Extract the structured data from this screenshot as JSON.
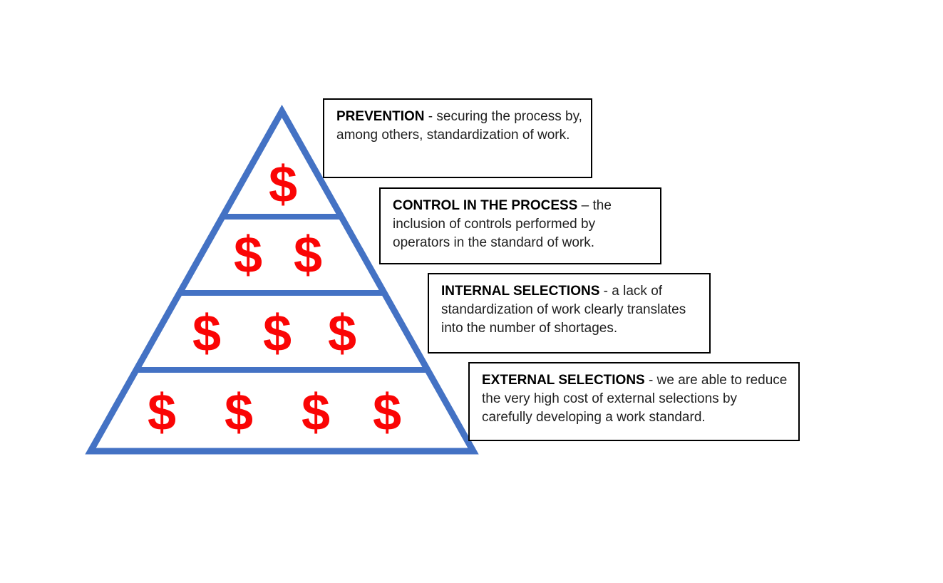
{
  "diagram": {
    "background_color": "#FFFFFF",
    "pyramid": {
      "outline_color": "#4472C4",
      "dollar_color": "#FA0505",
      "dollar_symbol": "$",
      "level_count": 4,
      "dollar_counts": [
        1,
        2,
        3,
        4
      ]
    },
    "callouts": [
      {
        "title": "PREVENTION",
        "separator": " - ",
        "body": "securing the process by, among others, standardization of work."
      },
      {
        "title": "CONTROL IN THE PROCESS",
        "separator": " – ",
        "body": "the inclusion of controls performed by operators in the standard of work."
      },
      {
        "title": "INTERNAL SELECTIONS",
        "separator": " - ",
        "body": "a lack of standardization of work clearly translates into the number of shortages."
      },
      {
        "title": "EXTERNAL SELECTIONS",
        "separator": " - ",
        "body": "we are able to reduce the very high cost of external selections by carefully developing a work standard."
      }
    ]
  }
}
